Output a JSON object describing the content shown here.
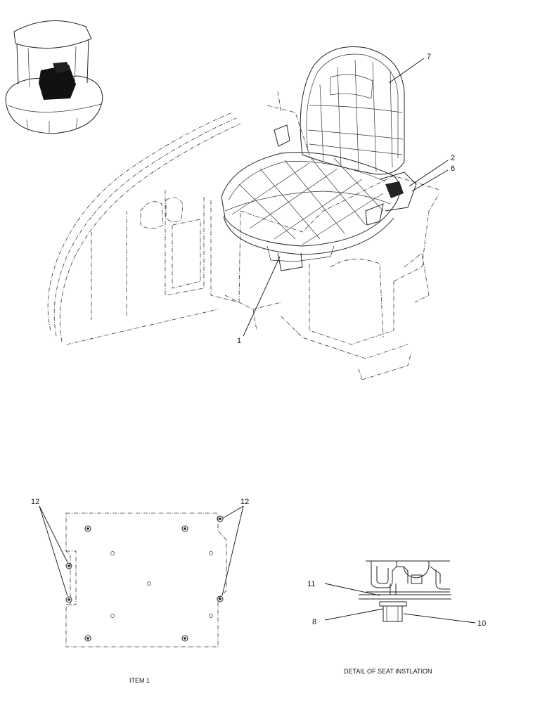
{
  "callouts": {
    "seat": "7",
    "item_2": "2",
    "item_6": "6",
    "item_1": "1",
    "item_12_left": "12",
    "item_12_right": "12",
    "item_11": "11",
    "item_8": "8",
    "item_10": "10"
  },
  "captions": {
    "item1": "ITEM 1",
    "detail": "DETAIL OF SEAT INSTLATION"
  },
  "colors": {
    "line": "#222222",
    "background": "#ffffff"
  }
}
